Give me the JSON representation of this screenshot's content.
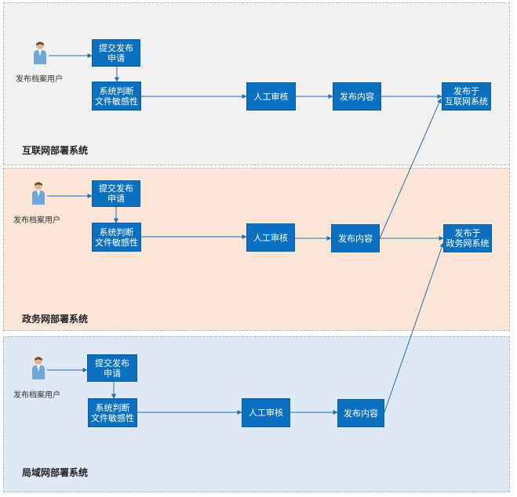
{
  "lanes": {
    "internet": {
      "title": "互联网部署系统",
      "user": "发布档案用户",
      "submit": [
        "提交发布",
        "申请"
      ],
      "check": [
        "系统判断",
        "文件敏感性"
      ],
      "review": "人工审核",
      "publish": "发布内容",
      "target": [
        "发布于",
        "互联网系统"
      ]
    },
    "gov": {
      "title": "政务网部署系统",
      "user": "发布档案用户",
      "submit": [
        "提交发布",
        "申请"
      ],
      "check": [
        "系统判断",
        "文件敏感性"
      ],
      "review": "人工审核",
      "publish": "发布内容",
      "target": [
        "发布于",
        "政务网系统"
      ]
    },
    "local": {
      "title": "局域网部署系统",
      "user": "发布档案用户",
      "submit": [
        "提交发布",
        "申请"
      ],
      "check": [
        "系统判断",
        "文件敏感性"
      ],
      "review": "人工审核",
      "publish": "发布内容"
    }
  },
  "colors": {
    "box": "#0c70c1",
    "arrow": "#1f6fb5",
    "lane_internet": "#f1f1f1",
    "lane_gov": "#fbe5d6",
    "lane_local": "#dfe9f6"
  }
}
